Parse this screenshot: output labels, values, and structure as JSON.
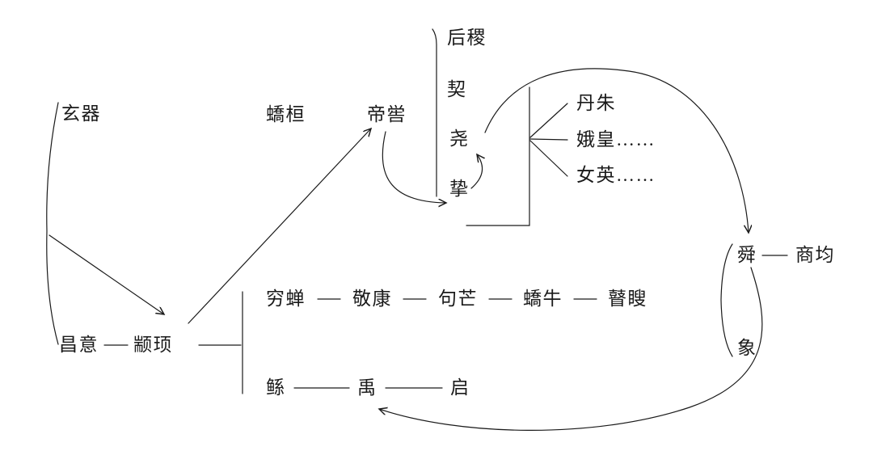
{
  "nodes": {
    "xuanqi": "玄器",
    "jiaohuan": "蟜桓",
    "diku": "帝喾",
    "houji": "后稷",
    "xie": "契",
    "yao": "尧",
    "zhi": "挚",
    "danzhu": "丹朱",
    "ehuang": "娥皇……",
    "nuying": "女英……",
    "shun": "舜",
    "shangjun": "商均",
    "xiang": "象",
    "qiongchan": "穷蝉",
    "jingkang": "敬康",
    "goumang": "句芒",
    "jiaoniu": "蟜牛",
    "gusou": "瞽瞍",
    "changyi": "昌意",
    "zhuanxu": "颛顼",
    "gun": "鲧",
    "yu": "禹",
    "qi": "启"
  },
  "colors": {
    "ink": "#1a1a1a",
    "background": "#ffffff"
  }
}
